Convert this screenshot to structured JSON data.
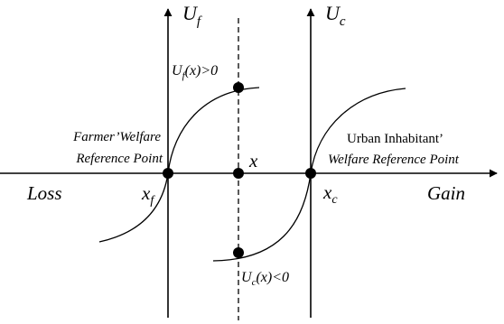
{
  "diagram": {
    "axis_labels": {
      "uf_main": "U",
      "uf_sub": "f",
      "uc_main": "U",
      "uc_sub": "c"
    },
    "side_labels": {
      "loss": "Loss",
      "gain": "Gain"
    },
    "points": {
      "xf_main": "x",
      "xf_sub": "f",
      "x": "x",
      "xc_main": "x",
      "xc_sub": "c"
    },
    "annotations": {
      "uf_pos_pre": "U",
      "uf_pos_sub": "f",
      "uf_pos_post": "(x)>0",
      "uc_neg_pre": "U",
      "uc_neg_sub": "c",
      "uc_neg_post": "(x)<0"
    },
    "reference_points": {
      "farmer_line1": "Farmer’Welfare",
      "farmer_line2": "Reference Point",
      "urban_line1": "Urban Inhabitant’",
      "urban_line2": "Welfare Reference Point"
    }
  }
}
